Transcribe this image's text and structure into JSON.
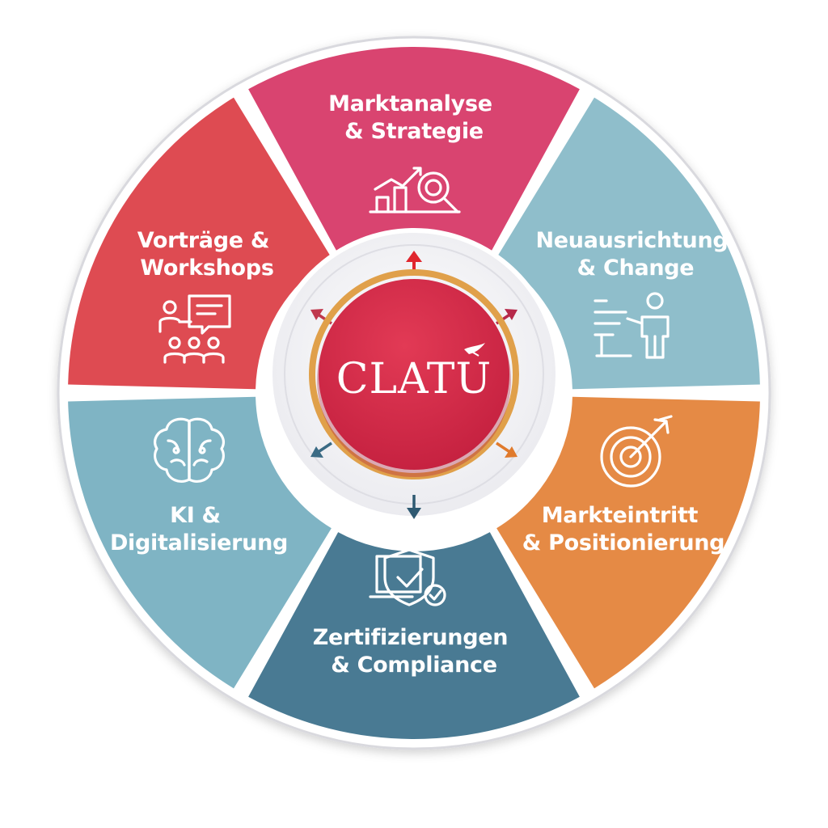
{
  "center": {
    "logo_text": "CLATU",
    "color": "#d22a49",
    "ring_color": "#e0a04a",
    "hub_color": "#f4f4f6"
  },
  "segments": [
    {
      "id": "marktanalyse",
      "lines": [
        "Marktanalyse",
        "& Strategie"
      ],
      "icon": "chart-magnifier-icon",
      "color": "#d94470",
      "arrow_color": "#e0262e"
    },
    {
      "id": "neuausrichtung",
      "lines": [
        "Neuausrichtung",
        "& Change"
      ],
      "icon": "presenter-board-icon",
      "color": "#8fbecb",
      "arrow_color": "#b6294a"
    },
    {
      "id": "markteintritt",
      "lines": [
        "Markteintritt",
        "& Positionierung"
      ],
      "icon": "target-arrow-icon",
      "color": "#e58a45",
      "arrow_color": "#e07a2c"
    },
    {
      "id": "zertifizierungen",
      "lines": [
        "Zertifizierungen",
        "& Compliance"
      ],
      "icon": "shield-check-icon",
      "color": "#497a93",
      "arrow_color": "#2f5a72"
    },
    {
      "id": "ki",
      "lines": [
        "KI &",
        "Digitalisierung"
      ],
      "icon": "brain-icon",
      "color": "#7fb4c4",
      "arrow_color": "#3a6a84"
    },
    {
      "id": "vortraege",
      "lines": [
        "Vorträge &",
        "Workshops"
      ],
      "icon": "audience-presentation-icon",
      "color": "#de4b52",
      "arrow_color": "#c0384d"
    }
  ]
}
